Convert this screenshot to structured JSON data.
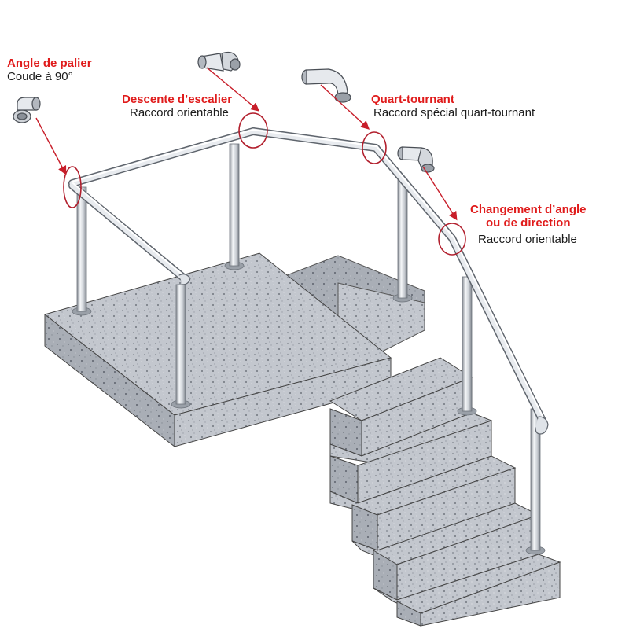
{
  "callouts": {
    "angle_de_palier": {
      "title": "Angle de palier",
      "subtitle": "Coude à 90°",
      "fitting_icon": "elbow-90-fitting-icon"
    },
    "descente_escalier": {
      "title": "Descente d’escalier",
      "subtitle": "Raccord orientable",
      "fitting_icon": "swivel-fitting-icon"
    },
    "quart_tournant": {
      "title": "Quart-tournant",
      "subtitle": "Raccord spécial quart-tournant",
      "fitting_icon": "quarter-turn-fitting-icon"
    },
    "changement_angle": {
      "title_line1": "Changement d’angle",
      "title_line2": "ou de direction",
      "subtitle": "Raccord orientable",
      "fitting_icon": "swivel-fitting-icon"
    }
  },
  "colors": {
    "callout_red": "#e01b1b",
    "leader_red": "#c81e2a",
    "stone": "#b9bec6",
    "stone_dark": "#8f959e",
    "steel": "#dfe3e8",
    "steel_shadow": "#7c828a"
  }
}
